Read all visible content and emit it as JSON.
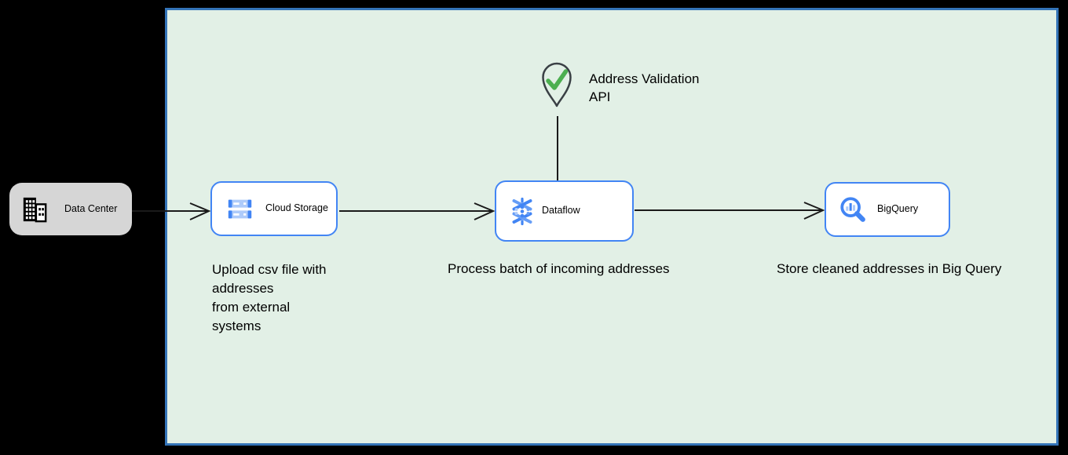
{
  "diagram": {
    "external": {
      "label": "Data Center"
    },
    "nodes": [
      {
        "label": "Cloud Storage",
        "caption": "Upload csv file with\naddresses\nfrom external\nsystems"
      },
      {
        "label": "Dataflow",
        "caption": "Process batch of incoming addresses"
      },
      {
        "label": "BigQuery",
        "caption": "Store cleaned addresses in Big Query"
      }
    ],
    "annotation": {
      "label": "Address Validation\nAPI"
    },
    "colors": {
      "page_background": "#000000",
      "canvas_fill": "#E2F0E6",
      "canvas_border": "#3474B8",
      "node_fill": "#FFFFFF",
      "node_border": "#4285F4",
      "external_fill": "#D6D6D6",
      "icon_blue": "#4285F4",
      "icon_mid_blue": "#669DF6",
      "icon_light_blue": "#AECBFA",
      "pin_outline": "#3A4045",
      "check_green": "#4CAF50",
      "connector": "#1A1A1A",
      "text": "#000000"
    }
  }
}
